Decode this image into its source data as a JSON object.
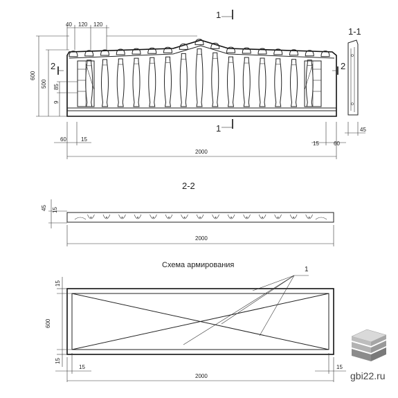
{
  "labels": {
    "dim_40": "40",
    "dim_120a": "120",
    "dim_120b": "120",
    "dim_600_top": "600",
    "dim_500": "500",
    "dim_85": "85",
    "dim_9": "9",
    "dim_60_left": "60",
    "dim_15_left": "15",
    "dim_15_right": "15",
    "dim_60_right": "60",
    "dim_45_side": "45",
    "dim_2000_top": "2000",
    "section_1_top": "1",
    "section_1_bottom": "1",
    "section_2_left": "2",
    "section_2_right": "2",
    "section_11_title": "1-1",
    "section_22_title": "2-2",
    "dim_45_strip": "45",
    "dim_15_strip": "15",
    "dim_2000_mid": "2000",
    "reinf_title": "Схема армирования",
    "leader_1": "1",
    "dim_15_reinf_top": "15",
    "dim_600_reinf": "600",
    "dim_15_reinf_bot": "15",
    "dim_15_reinf_left": "15",
    "dim_15_reinf_right": "15",
    "dim_2000_bot": "2000",
    "watermark": "gbi22.ru"
  },
  "elements": {
    "baluster_count": 17
  },
  "colors": {
    "line": "#222222",
    "logo_top": "#d9d9d9",
    "logo_mid": "#b3b3b3",
    "logo_bot": "#8c8c8c"
  }
}
